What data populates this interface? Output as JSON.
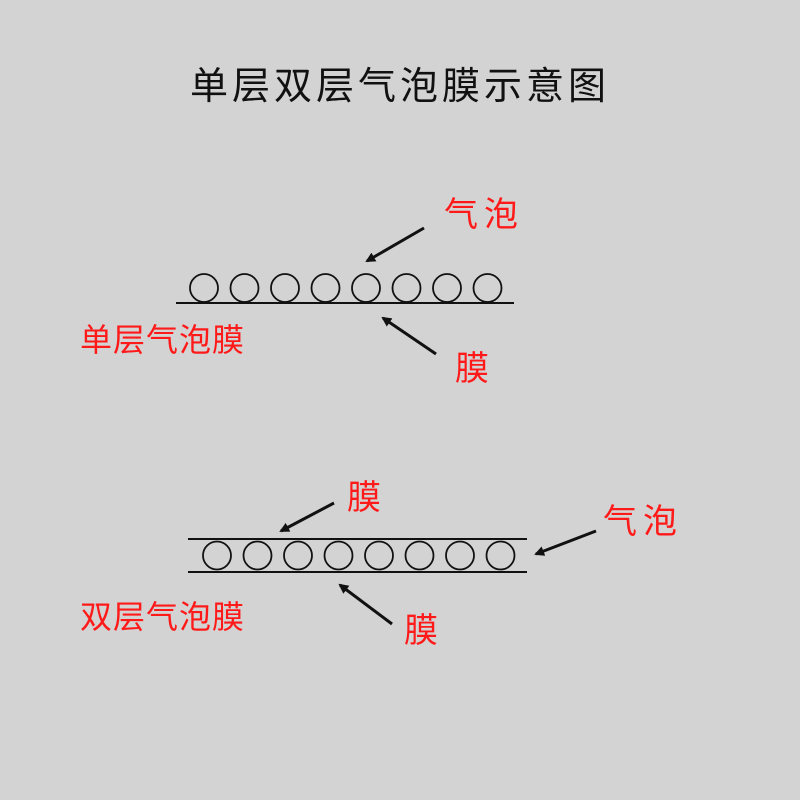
{
  "title": "单层双层气泡膜示意图",
  "colors": {
    "background": "#d3d3d3",
    "label": "#ff1a1a",
    "line": "#111111",
    "title": "#111111"
  },
  "single_layer": {
    "label": "单层气泡膜",
    "bubble_count": 8,
    "callout_bubble": "气泡",
    "callout_film": "膜"
  },
  "double_layer": {
    "label": "双层气泡膜",
    "bubble_count": 8,
    "callout_top_film": "膜",
    "callout_bubble": "气泡",
    "callout_bottom_film": "膜"
  }
}
